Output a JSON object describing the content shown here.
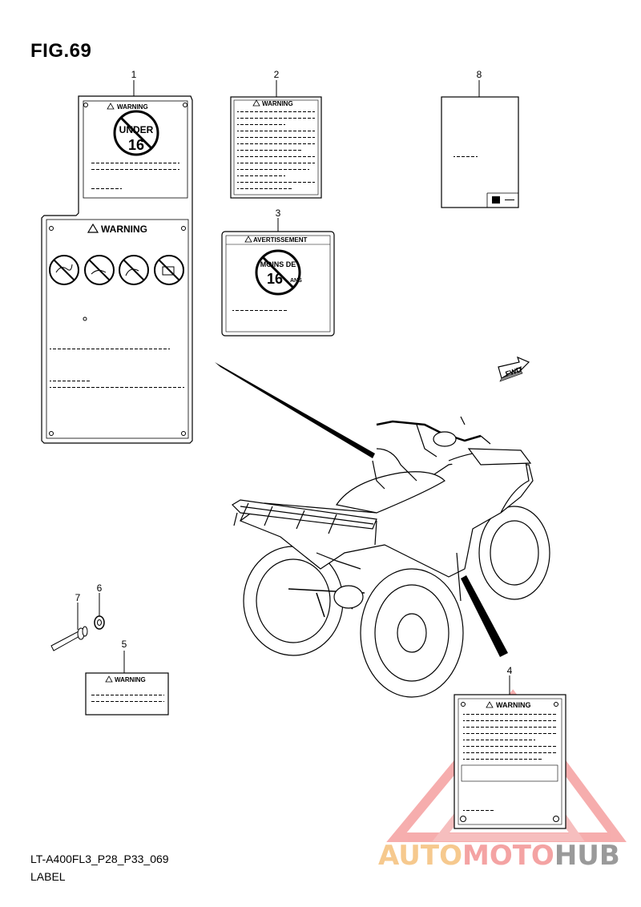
{
  "figure": {
    "title": "FIG.69",
    "code": "LT-A400FL3_P28_P33_069",
    "name": "LABEL"
  },
  "callouts": [
    "1",
    "2",
    "3",
    "4",
    "5",
    "6",
    "7",
    "8"
  ],
  "labels": {
    "warning": "WARNING",
    "under": "UNDER",
    "age16": "16",
    "avertissement": "AVERTISSEMENT",
    "moins_de": "MOINS DE",
    "ans": "ANS",
    "fwd": "FWD"
  },
  "watermark": {
    "part1": "AUTO",
    "part2": "MOTO",
    "part3": "HUB",
    "colors": {
      "orange": "#f6c98e",
      "red": "#f4a3a3",
      "gray": "#9a9a9a"
    }
  }
}
